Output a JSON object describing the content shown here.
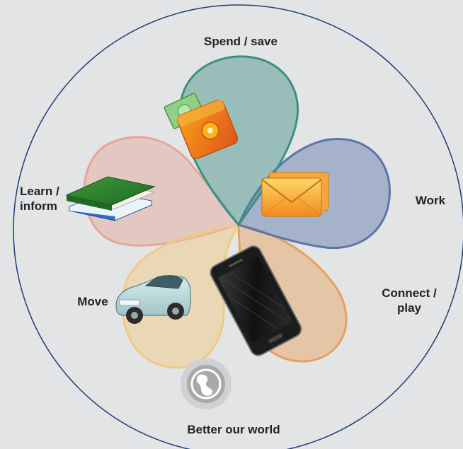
{
  "diagram": {
    "segments": [
      {
        "id": "spend-save",
        "label": "Spend / save",
        "color": "#3e8f80",
        "icon": "money-wallet-icon"
      },
      {
        "id": "work",
        "label": "Work",
        "color": "#5a76a8",
        "icon": "envelope-icon"
      },
      {
        "id": "connect-play",
        "label_line1": "Connect /",
        "label_line2": "play",
        "color": "#e5a15a",
        "icon": "smartphone-icon"
      },
      {
        "id": "move",
        "label": "Move",
        "color": "#f0c987",
        "icon": "car-icon"
      },
      {
        "id": "learn-inform",
        "label_line1": "Learn /",
        "label_line2": "inform",
        "color": "#e3a697",
        "icon": "books-icon"
      }
    ],
    "center_icon": "globe-icon",
    "center_label": "Better our world",
    "outline_color": "#1f3d7a"
  }
}
